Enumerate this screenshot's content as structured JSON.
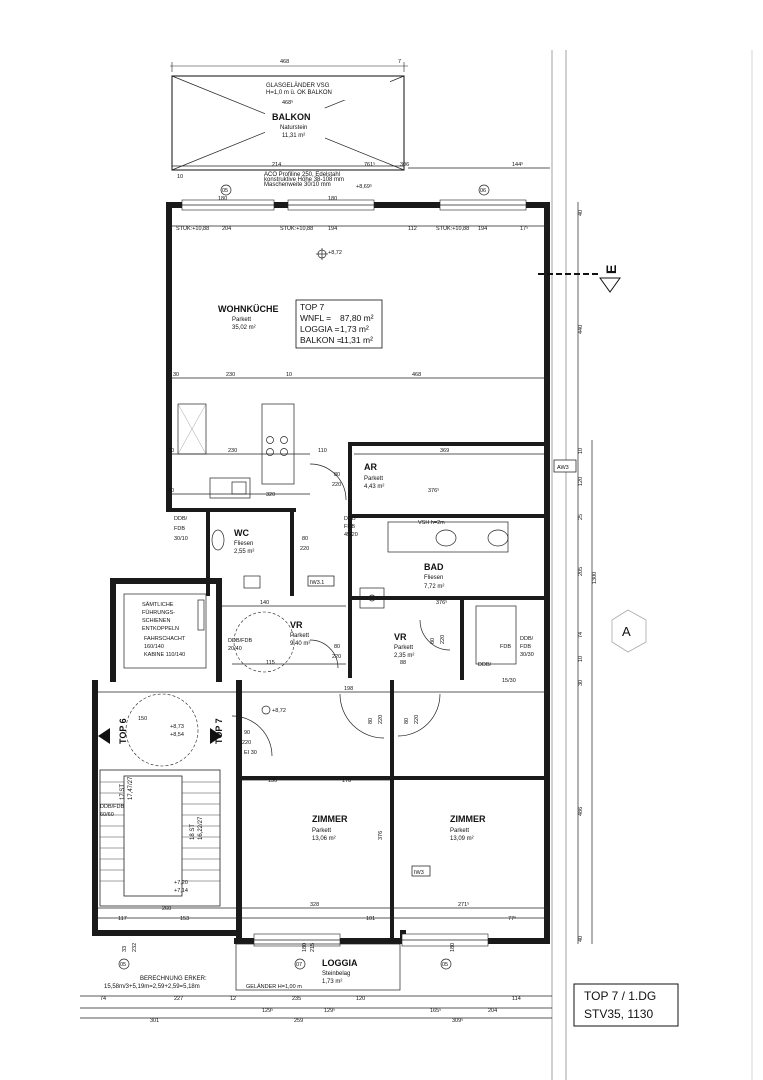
{
  "unit": {
    "name": "TOP 7",
    "wnfl_label": "WNFL =",
    "wnfl_value": "87,80 m²",
    "loggia_label": "LOGGIA =",
    "loggia_value": "1,73 m²",
    "balkon_label": "BALKON =",
    "balkon_value": "11,31 m²"
  },
  "title_block": {
    "line1": "TOP 7 / 1.DG",
    "line2": "STV35, 1130"
  },
  "rooms": {
    "balkon": {
      "name": "BALKON",
      "floor": "Naturstein",
      "area": "11,31 m²"
    },
    "wohnkueche": {
      "name": "WOHNKÜCHE",
      "floor": "Parkett",
      "area": "35,02 m²"
    },
    "ar": {
      "name": "AR",
      "floor": "Parkett",
      "area": "4,43 m²"
    },
    "wc": {
      "name": "WC",
      "floor": "Fliesen",
      "area": "2,55 m²"
    },
    "bad": {
      "name": "BAD",
      "floor": "Fliesen",
      "area": "7,72 m²"
    },
    "vr1": {
      "name": "VR",
      "floor": "Parkett",
      "area": "9,40 m²"
    },
    "vr2": {
      "name": "VR",
      "floor": "Parkett",
      "area": "2,35 m²"
    },
    "zimmer1": {
      "name": "ZIMMER",
      "floor": "Parkett",
      "area": "13,06 m²"
    },
    "zimmer2": {
      "name": "ZIMMER",
      "floor": "Parkett",
      "area": "13,09 m²"
    },
    "loggia": {
      "name": "LOGGIA",
      "floor": "Steinbelag",
      "area": "1,73 m²"
    }
  },
  "notes": {
    "glass1": "GLASGELÄNDER VSG",
    "glass2": "H=1,0 m ü. OK BALKON",
    "aco1": "ACO Profiline 250, Edelstahl",
    "aco2": "konstruktive Höhe 38-108 mm",
    "aco3": "Maschenweite 30/10 mm",
    "shaft1": "SÄMTLICHE",
    "shaft2": "FÜHRUNGS-",
    "shaft3": "SCHIENEN",
    "shaft4": "ENTKOPPELN",
    "lift1": "FAHRSCHACHT",
    "lift2": "160/140",
    "lift3": "KABINE 110/140",
    "calc1": "BERECHNUNG ERKER:",
    "calc2": "15,58m/3+5,19m=2,59+2,59=5,18m",
    "gelaender": "GELÄNDER H=1,00 m",
    "stair1": "17 ST",
    "stair1b": "17,47/27",
    "stair2": "18 ST",
    "stair2b": "16,22/27",
    "top6": "TOP 6",
    "top7": "TOP 7",
    "section": "E",
    "axis": "A",
    "aw3": "AW3",
    "iw31": "IW3.1",
    "iw3": "IW3",
    "ei30": "EI 30",
    "vsh": "VSH h=2m"
  },
  "labels": {
    "top_468": "468",
    "top_7": "7",
    "balk_468b": "468⁵",
    "dim_214": "214",
    "dim_761": "761⁵",
    "dim_10": "10",
    "dim_306": "306",
    "dim_144": "144⁵",
    "win_204a": "204",
    "win_194a": "194",
    "win_112": "112",
    "win_204b": "204",
    "win_194b": "194",
    "win_17": "17⁵",
    "stuk1": "STUK:+10,88",
    "stuk2": "STUK:+10,88",
    "stuk3": "STUK:+10,88",
    "elev_872": "+8,72",
    "elev_869": "+8,69⁵",
    "dim_230": "230",
    "dim_10b": "10",
    "dim_468c": "468",
    "dim_30": "30",
    "dim_20": "20",
    "dim_230b": "230",
    "dim_110": "110",
    "dim_369": "369",
    "dim_40": "40",
    "dim_320": "320",
    "dim_376": "376⁵",
    "door_80a": "80",
    "door_220a": "220",
    "door_80b": "80",
    "door_220b": "220",
    "door_80c": "80",
    "door_220c": "220",
    "door_80d": "80",
    "door_220d": "220",
    "door_90": "90",
    "door_220e": "220",
    "door_80e": "80",
    "door_220f": "220",
    "door_80f": "80",
    "door_220g": "220",
    "dim_140": "140",
    "dim_376b": "376⁵",
    "dim_115": "115",
    "dim_198": "198",
    "dim_88": "88",
    "dim_130": "130",
    "dim_178": "178",
    "dim_328": "328",
    "dim_271": "271⁵",
    "dim_117": "117",
    "dim_153": "153",
    "dim_101": "101",
    "dim_77": "77⁵",
    "dim_260": "260",
    "dim_376c": "376",
    "dim_150": "150",
    "dim_74": "74",
    "dim_227": "227",
    "dim_12": "12",
    "dim_235": "235",
    "dim_120": "120",
    "dim_114": "114",
    "dim_301": "301",
    "dim_259": "259",
    "dim_309": "309⁵",
    "dim_129a": "129⁵",
    "dim_129b": "129⁵",
    "dim_165": "165⁵",
    "dim_204": "204",
    "r_40a": "40",
    "r_440": "440",
    "r_10a": "10",
    "r_120": "120",
    "r_25": "25",
    "r_205": "205",
    "r_1300": "1300",
    "r_74": "74",
    "r_10b": "10",
    "r_30": "30",
    "r_486": "486",
    "r_40b": "40",
    "ddb1": "DDB/",
    "ddb1b": "FDB",
    "ddb1c": "30/10",
    "ddb2": "DDB/FDB",
    "ddb2b": "20/40",
    "ddb3": "DDB/",
    "ddb3b": "FDB",
    "ddb3c": "15/30",
    "ddb4": "DDB/",
    "ddb4b": "FDB",
    "ddb4c": "30/30",
    "ddb5": "DDB/FDB",
    "ddb5b": "60/60",
    "ddb6": "DDB",
    "ddb6b": "FDB",
    "ddb6c": "45/20",
    "circ1": "05",
    "circ2": "06",
    "circ3": "05",
    "circ4": "07",
    "circ5": "05",
    "elev_720": "+7,20",
    "elev_714": "+7,14",
    "elev_873": "+8,73",
    "elev_854": "+8,54",
    "elev_872b": "+8,72",
    "dim_180a": "180",
    "dim_180b": "180",
    "dim_180c": "180",
    "dim_180d": "180",
    "dim_215": "215",
    "dim_232": "232",
    "dim_33": "33"
  }
}
